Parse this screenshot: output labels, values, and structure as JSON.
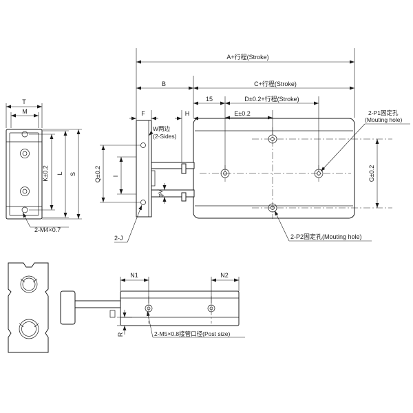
{
  "top_view": {
    "dim_a": "A+行程(Stroke)",
    "dim_b": "B",
    "dim_c": "C+行程(Stroke)",
    "dim_15": "15",
    "dim_d": "D±0.2+行程(Stroke)",
    "dim_e": "E±0.2",
    "dim_f": "F",
    "dim_h": "H",
    "dim_w_line1": "W两边",
    "dim_w_line2": "(2-Sides)",
    "dim_q": "Q±0.2",
    "dim_i": "I",
    "dim_v": "φV",
    "dim_g": "G±0.2",
    "dim_j": "2-J",
    "p1_line1": "2-P1固定孔",
    "p1_line2": "(Mouting hole)",
    "p2_label": "2-P2固定孔(Mouting hole)"
  },
  "end_view": {
    "dim_t": "T",
    "dim_m": "M",
    "dim_k": "K±0.2",
    "dim_l": "L",
    "dim_s": "S",
    "thread_label": "2-M4×0.7"
  },
  "side_view": {
    "dim_n1": "N1",
    "dim_n2": "N2",
    "dim_r": "R",
    "port_label": "2-M5×0.8接管口径(Post size)"
  }
}
